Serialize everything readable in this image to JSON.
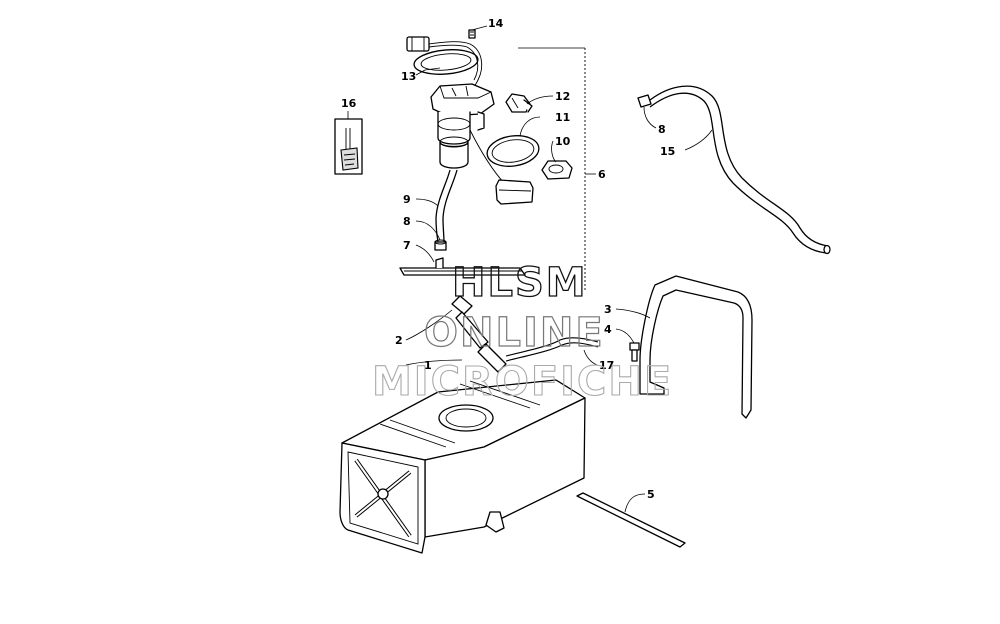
{
  "watermark": {
    "line1": "HLSM",
    "line2": "ONLINE",
    "line3": "MICROFICHE"
  },
  "callouts": {
    "c1": "1",
    "c2": "2",
    "c3": "3",
    "c4": "4",
    "c5": "5",
    "c6": "6",
    "c7": "7",
    "c8a": "8",
    "c8b": "8",
    "c9": "9",
    "c10": "10",
    "c11": "11",
    "c12": "12",
    "c13": "13",
    "c14": "14",
    "c15": "15",
    "c16": "16",
    "c17": "17"
  }
}
